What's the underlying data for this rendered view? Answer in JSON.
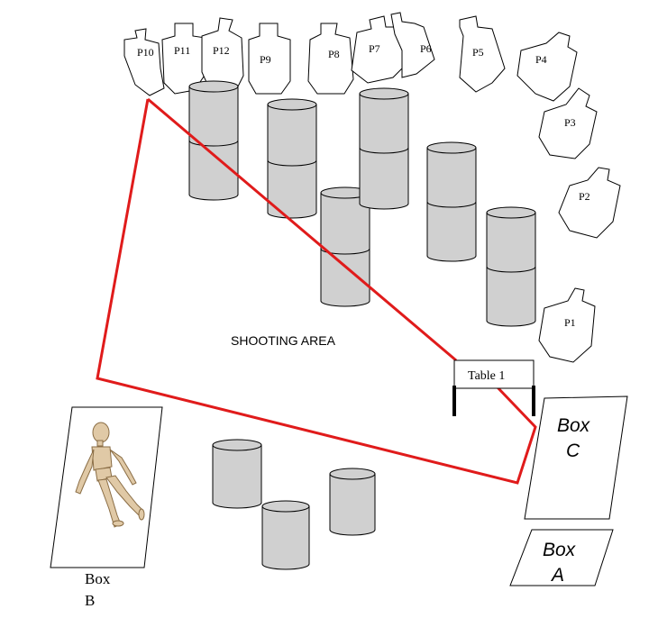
{
  "targets": {
    "p10": "P10",
    "p11": "P11",
    "p12": "P12",
    "p9": "P9",
    "p8": "P8",
    "p7": "P7",
    "p6": "P6",
    "p5": "P5",
    "p4": "P4",
    "p3": "P3",
    "p2": "P2",
    "p1": "P1"
  },
  "shooting_area_label": "SHOOTING AREA",
  "table_label": "Table 1",
  "box_c": {
    "line1": "Box",
    "line2": "C"
  },
  "box_a": {
    "line1": "Box",
    "line2": "A"
  },
  "box_b": {
    "line1": "Box",
    "line2": "B"
  },
  "colors": {
    "boundary": "#e01b1b",
    "barrel_fill": "#d0d0d0",
    "outline": "#000000",
    "mannequin": "#e0c9a6"
  }
}
